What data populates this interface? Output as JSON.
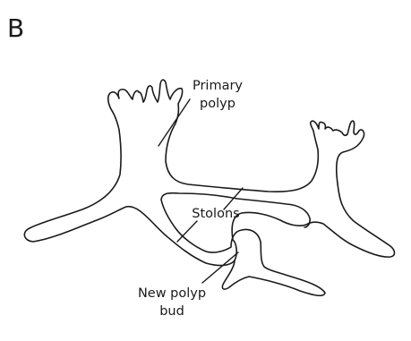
{
  "panel_letter": "B",
  "labels": {
    "primary_polyp_line1": "Primary",
    "primary_polyp_line2": "polyp",
    "stolons": "Stolons",
    "new_bud_line1": "New polyp",
    "new_bud_line2": "bud"
  }
}
